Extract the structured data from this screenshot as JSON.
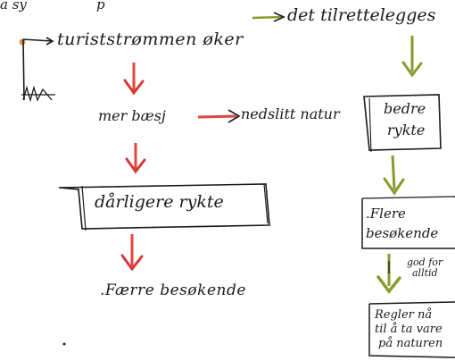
{
  "diagram": {
    "top_left_fragment": "a  sy",
    "top_left_fragment_2": "p",
    "node_tourist": "turiststrømmen øker",
    "node_tilrettelegges": "det tilrettelegges",
    "node_mer_basj": "mer bæsj",
    "node_nedslitt": "nedslitt natur",
    "node_bedre_rykte_l1": "bedre",
    "node_bedre_rykte_l2": "rykte",
    "node_darligere": "dårligere rykte",
    "node_farre": ".Færre besøkende",
    "node_flere_l1": ".Flere",
    "node_flere_l2": "besøkende",
    "side_note_l1": "god for",
    "side_note_l2": "alltid",
    "node_regler_l1": "Regler nå",
    "node_regler_l2": "til å ta vare",
    "node_regler_l3": "på naturen"
  },
  "colors": {
    "ink": "#1a1a1a",
    "red_arrow": "#e0453f",
    "green_arrow": "#8a9a2c",
    "orange_dot": "#e3954f"
  }
}
